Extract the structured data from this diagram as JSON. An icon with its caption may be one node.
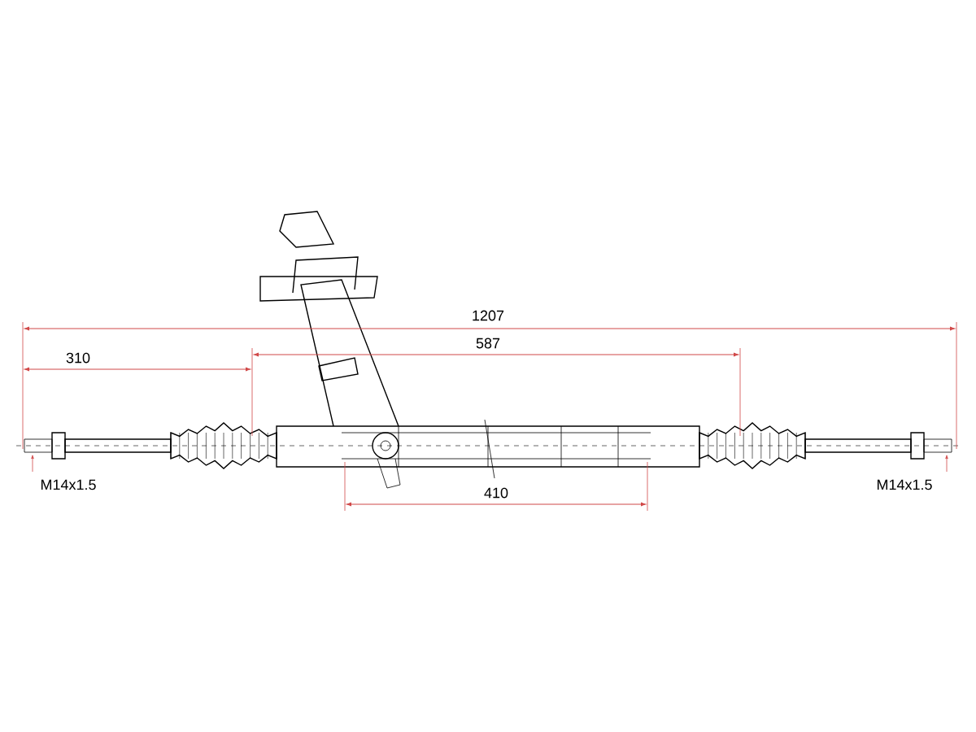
{
  "diagram": {
    "labels": [
      "1207",
      "310",
      "587",
      "410",
      "M14x1.5",
      "M14x1.5"
    ]
  }
}
